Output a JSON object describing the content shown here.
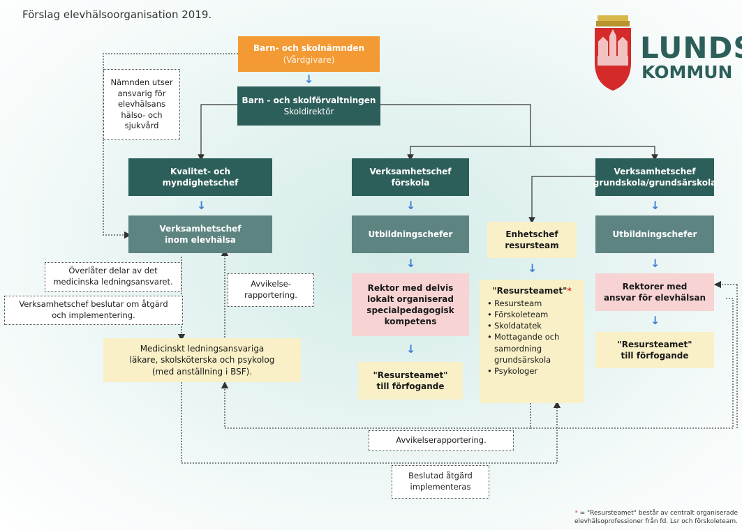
{
  "page_title": "Förslag elevhälsoorganisation 2019.",
  "logo": {
    "line1": "LUNDS",
    "line2": "KOMMUN"
  },
  "boxes": {
    "namnden": {
      "title": "Barn- och skolnämnden",
      "sub": "(Vårdgivare)"
    },
    "forvaltning": {
      "title": "Barn - och skolförvaltningen",
      "sub": "Skoldirektör"
    },
    "kvalitet": {
      "line1": "Kvalitet- och",
      "line2": "myndighetschef"
    },
    "vc_forskola": {
      "line1": "Verksamhetschef",
      "line2": "förskola"
    },
    "vc_grundskola": {
      "line1": "Verksamhetschef",
      "line2": "grundskola/grundsärskola"
    },
    "vc_elevhalsa": {
      "line1": "Verksamhetschef",
      "line2": "inom elevhälsa"
    },
    "utb1": {
      "label": "Utbildningschefer"
    },
    "enhetschef": {
      "line1": "Enhetschef",
      "line2": "resursteam"
    },
    "utb2": {
      "label": "Utbildningschefer"
    },
    "rektor_delvis": {
      "line1": "Rektor med delvis",
      "line2": "lokalt organiserad",
      "line3": "specialpedagogisk",
      "line4": "kompetens"
    },
    "resursteamet_main": {
      "title": "\"Resursteamet\"",
      "star": "*",
      "items": [
        "Resursteam",
        "Förskoleteam",
        "Skoldatatek",
        "Mottagande och samordning grundsärskola",
        "Psykologer"
      ]
    },
    "rektorer": {
      "line1": "Rektorer med",
      "line2": "ansvar för elevhälsan"
    },
    "resursteamet_forfog1": {
      "line1": "\"Resursteamet\"",
      "line2": "till förfogande"
    },
    "resursteamet_forfog2": {
      "line1": "\"Resursteamet\"",
      "line2": "till förfogande"
    },
    "medicinskt": {
      "line1": "Medicinskt ledningsansvariga",
      "line2": "läkare, skolsköterska och psykolog",
      "line3": "(med anställning i BSF)."
    }
  },
  "notes": {
    "namnden_utser": {
      "line1": "Nämnden utser",
      "line2": "ansvarig för",
      "line3": "elevhälsans",
      "line4": "hälso- och",
      "line5": "sjukvård"
    },
    "overlater": {
      "line1": "Överlåter delar av det",
      "line2": "medicinska ledningsansvaret."
    },
    "vc_beslutar": {
      "line1": "Verksamhetschef beslutar om åtgärd",
      "line2": "och implementering."
    },
    "avvikelse1": {
      "line1": "Avvikelse-",
      "line2": "rapportering."
    },
    "avvikelse2": {
      "label": "Avvikelserapportering."
    },
    "beslutad": {
      "line1": "Beslutad åtgärd",
      "line2": "implementeras"
    }
  },
  "footnote": {
    "star": "*",
    "line1": " = \"Resursteamet\" består av centralt organiserade",
    "line2": "elevhälsoprofessioner från fd. Lsr och förskoleteam."
  },
  "colors": {
    "dark_teal": "#2d5f5a",
    "mid_teal": "#5e8482",
    "orange": "#f39a34",
    "pink": "#f7d3d3",
    "cream": "#f9f0c7",
    "arrow_blue": "#3f7fd0",
    "star_red": "#e53935"
  }
}
